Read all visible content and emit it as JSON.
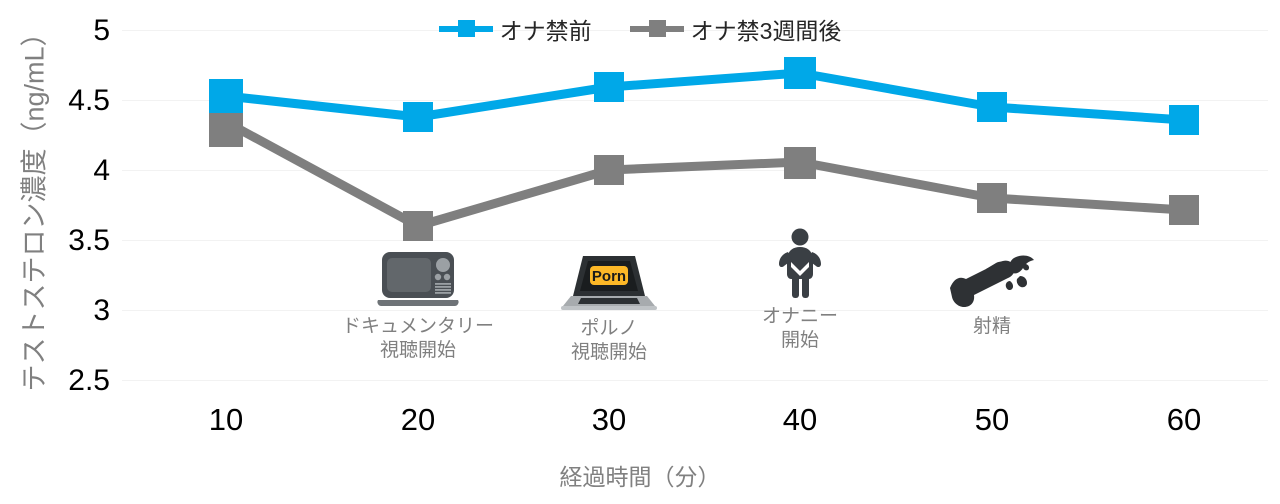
{
  "chart_data": {
    "type": "line",
    "title": "",
    "xlabel": "経過時間（分）",
    "ylabel": "テストステロン濃度（ng/mL）",
    "categories": [
      "10",
      "20",
      "30",
      "40",
      "50",
      "60"
    ],
    "x": [
      10,
      20,
      30,
      40,
      50,
      60
    ],
    "xlim": [
      5,
      65
    ],
    "ylim": [
      2.5,
      5
    ],
    "yticks": [
      "5",
      "4.5",
      "4",
      "3.5",
      "3",
      "2.5"
    ],
    "ytick_values": [
      5,
      4.5,
      4,
      3.5,
      3,
      2.5
    ],
    "grid": true,
    "legend_position": "top-center",
    "series": [
      {
        "name": "オナ禁前",
        "color": "#00A8E8",
        "values": [
          4.53,
          4.38,
          4.6,
          4.7,
          4.46,
          4.37
        ]
      },
      {
        "name": "オナ禁3週間後",
        "color": "#7F7F7F",
        "values": [
          4.34,
          3.6,
          4.0,
          4.06,
          3.8,
          3.71
        ]
      }
    ],
    "annotations": [
      {
        "at_x": 20,
        "icon": "crt-television-icon",
        "label": "ドキュメンタリー\n視聴開始"
      },
      {
        "at_x": 30,
        "icon": "laptop-porn-icon",
        "badge_text": "Porn",
        "label": "ポルノ\n視聴開始"
      },
      {
        "at_x": 40,
        "icon": "standing-person-icon",
        "label": "オナニー\n開始"
      },
      {
        "at_x": 50,
        "icon": "ejaculation-icon",
        "label": "射精"
      }
    ]
  },
  "colors": {
    "series_blue": "#00A8E8",
    "series_gray": "#7F7F7F",
    "gridline": "#F2F2F2",
    "tick_text": "#000000",
    "axis_title": "#808080",
    "annotation_text": "#808080",
    "badge_orange": "#FDB827",
    "icon_dark": "#3A3F44"
  }
}
